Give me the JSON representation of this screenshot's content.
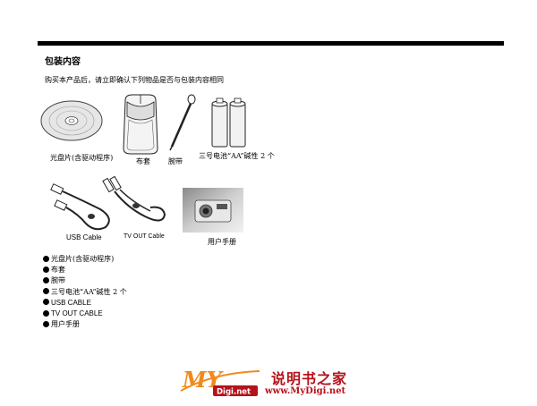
{
  "page": {
    "title": "包装内容",
    "intro": "购买本产品后，请立即确认下列物品是否与包装内容相同"
  },
  "items": {
    "cd_caption": "光盘片(含驱动程序)",
    "case_caption": "布套",
    "strap_caption": "腕带",
    "battery_caption": "三号电池“AA”碱性 2 个",
    "usb_caption": "USB Cable",
    "tv_caption": "TV OUT Cable",
    "manual_caption": "用户手册"
  },
  "list": [
    {
      "text": "光盘片(含驱动程序)"
    },
    {
      "text": "布套"
    },
    {
      "text": "腕带"
    },
    {
      "text": "三号电池“AA”碱性 2 个"
    },
    {
      "text": "USB CABLE"
    },
    {
      "text": "TV OUT CABLE"
    },
    {
      "text": "用户手册"
    }
  ],
  "footer": {
    "logo_text": "MY",
    "logo_sub": "Digi.net",
    "brand_cn": "说明书之家",
    "brand_url": "www.MyDigi.net"
  },
  "colors": {
    "brand_red": "#b5121b",
    "logo_orange": "#f08a1c"
  }
}
